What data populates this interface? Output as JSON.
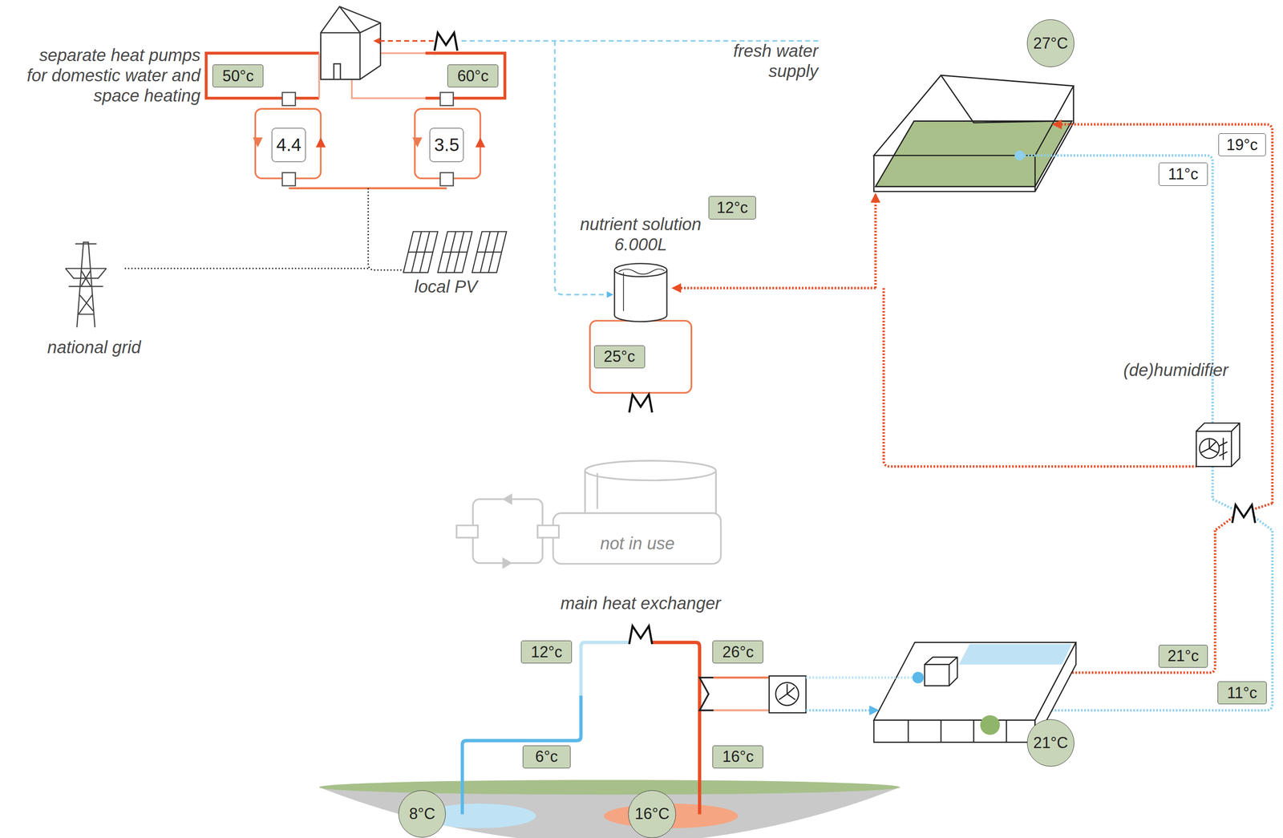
{
  "diagram": {
    "nodes": [
      {
        "text": [
          "50°c"
        ]
      },
      {
        "text": [
          "60°c"
        ]
      },
      {
        "text": [
          "27°C"
        ]
      },
      {
        "text": [
          "4.4"
        ]
      },
      {
        "text": [
          "3.5"
        ]
      },
      {
        "text": [
          "19°c"
        ]
      },
      {
        "text": [
          "11°c"
        ]
      },
      {
        "text": [
          "12°c"
        ]
      },
      {
        "text": [
          "25°c"
        ]
      },
      {
        "text": [
          "12°c"
        ]
      },
      {
        "text": [
          "26°c"
        ]
      },
      {
        "text": [
          "21°c"
        ]
      },
      {
        "text": [
          "11°c"
        ]
      },
      {
        "text": [
          "6°c"
        ]
      },
      {
        "text": [
          "16°c"
        ]
      },
      {
        "text": [
          "21°C"
        ]
      },
      {
        "text": [
          "8°C"
        ]
      },
      {
        "text": [
          "16°C"
        ]
      }
    ],
    "labels": [
      "separate heat pumps for domestic water and space heating",
      "fresh water supply",
      "nutrient solution 6.000L",
      "local PV",
      "national grid",
      "(de)humidifier",
      "not in use",
      "main heat exchanger"
    ]
  }
}
